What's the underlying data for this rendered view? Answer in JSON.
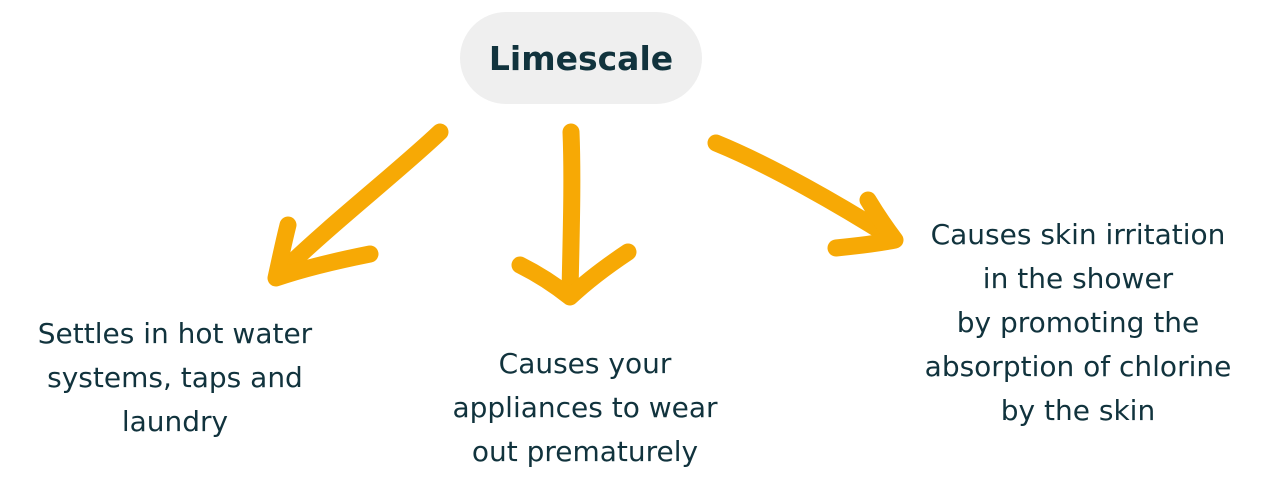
{
  "colors": {
    "arrow": "#f7a905",
    "text": "#11333d",
    "pill_background": "#efefef"
  },
  "root": {
    "label": "Limescale"
  },
  "branches": [
    {
      "id": "left",
      "text": "Settles in hot water\nsystems, taps and\nlaundry"
    },
    {
      "id": "middle",
      "text": "Causes your\nappliances to wear\nout prematurely"
    },
    {
      "id": "right",
      "text": "Causes skin irritation\nin the shower\nby promoting the\nabsorption of chlorine\nby the skin"
    }
  ]
}
